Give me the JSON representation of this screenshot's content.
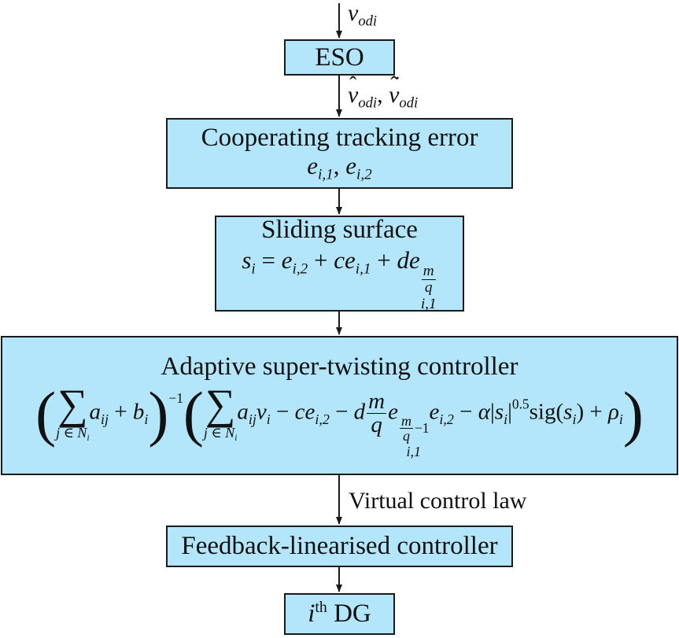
{
  "diagram": {
    "input_signal": "v",
    "input_signal_sub": "odi",
    "eso": {
      "label": "ESO"
    },
    "eso_output": {
      "v": "v",
      "sub": "odi",
      "sep": ", "
    },
    "tracking_error": {
      "title": "Cooperating tracking error",
      "e": "e",
      "sub1": "i,1",
      "sub2": "i,2",
      "sep": ", "
    },
    "sliding_surface": {
      "title": "Sliding surface",
      "s": "s",
      "s_sub": "i",
      "eq": " = ",
      "plus": " + ",
      "c": "c",
      "d": "d",
      "e": "e",
      "sub1": "i,1",
      "sub2": "i,2",
      "exp_num": "m",
      "exp_den": "q"
    },
    "stc": {
      "title": "Adaptive super-twisting controller",
      "sum_lim": "j ∈ N",
      "sum_lim_sub": "i",
      "a": "a",
      "a_sub": "ij",
      "b": "b",
      "b_sub": "i",
      "inv": "−1",
      "v": "v",
      "v_sub": "i",
      "minus": " − ",
      "plus": " + ",
      "c": "c",
      "d": "d",
      "e": "e",
      "sub1": "i,1",
      "sub2": "i,2",
      "m": "m",
      "q": "q",
      "exp_tail": "−1",
      "alpha": "α",
      "s": "s",
      "s_sub": "i",
      "power": "0.5",
      "sig": "sig",
      "rho": "ρ",
      "rho_sub": "i"
    },
    "virtual_control": {
      "label": "Virtual control law"
    },
    "feedback": {
      "label": "Feedback-linearised controller"
    },
    "dg": {
      "i": "i",
      "sup": "th",
      "label": " DG"
    }
  }
}
